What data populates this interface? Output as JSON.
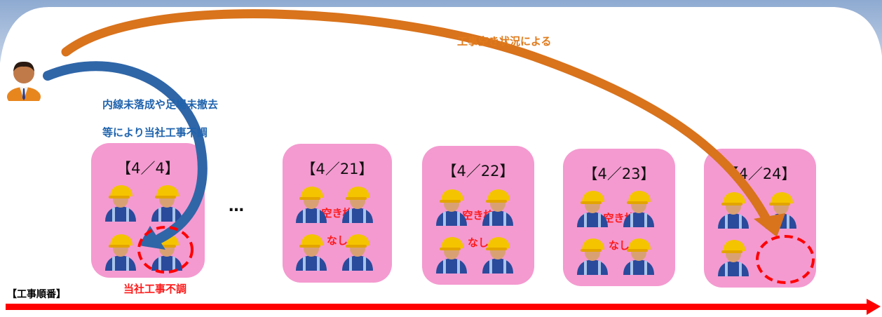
{
  "diagram": {
    "top_arrow_label": "工事空き状況による",
    "side_label_line1": "内線未落成や足場未撤去",
    "side_label_line2": "等により当社工事不調",
    "fail_label": "当社工事不調",
    "order_label": "【工事順番】",
    "ellipsis": "…",
    "boxes": [
      {
        "date": "【4／4】"
      },
      {
        "date": "【4／21】",
        "status1": "空き枠",
        "status2": "なし"
      },
      {
        "date": "【4／22】",
        "status1": "空き枠",
        "status2": "なし"
      },
      {
        "date": "【4／23】",
        "status1": "空き枠",
        "status2": "なし"
      },
      {
        "date": "【4／24】"
      }
    ]
  },
  "colors": {
    "frame": "#a9bedb",
    "box": "#f49ad0",
    "orange_arrow": "#d9731c",
    "blue_arrow": "#2f66a8",
    "red": "#ff0000"
  }
}
